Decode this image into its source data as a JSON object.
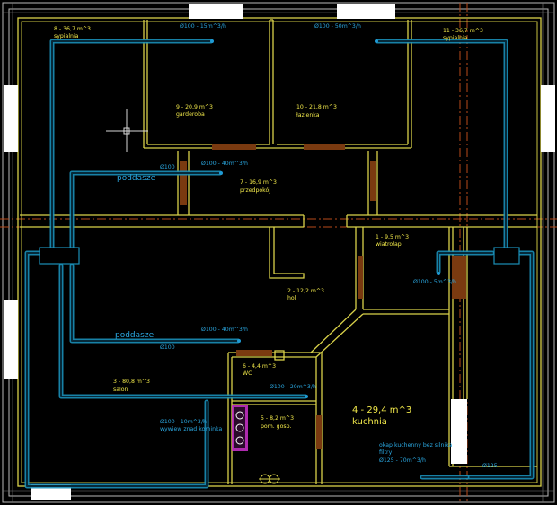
{
  "rooms": [
    {
      "id": "sypialnia-8",
      "volume": "8 - 36,7 m^3",
      "name": "sypialnia"
    },
    {
      "id": "garderoba",
      "volume": "9 - 20,9 m^3",
      "name": "garderoba"
    },
    {
      "id": "lazienka",
      "volume": "10 - 21,8 m^3",
      "name": "łazienka"
    },
    {
      "id": "sypialnia-11",
      "volume": "11 - 36,7 m^3",
      "name": "sypialnia"
    },
    {
      "id": "przedpokoj",
      "volume": "7 - 16,9 m^3",
      "name": "przedpokój"
    },
    {
      "id": "wiatrolap",
      "volume": "1 - 9,5 m^3",
      "name": "wiatrołap"
    },
    {
      "id": "hol",
      "volume": "2 - 12,2 m^3",
      "name": "hol"
    },
    {
      "id": "wc",
      "volume": "6 - 4,4 m^3",
      "name": "WC"
    },
    {
      "id": "salon",
      "volume": "3 - 80,8 m^3",
      "name": "salon"
    },
    {
      "id": "pom-gosp",
      "volume": "5 - 8,2 m^3",
      "name": "pom. gosp."
    },
    {
      "id": "kuchnia",
      "volume": "4 - 29,4 m^3",
      "name": "kuchnia"
    }
  ],
  "ducts": {
    "d1": "Ø100 - 15m^3/h",
    "d2": "Ø100 - 50m^3/h",
    "d3": "Ø100 - 40m^3/h",
    "d4": "Ø100 - 5m^3/h",
    "d5": "Ø100 - 40m^3/h",
    "d6": "Ø100 - 20m^3/h",
    "d7": "Ø100 - 10m^3/h",
    "d7note": "wywiew znad kominka",
    "d8a": "okap kuchenny bez silnika",
    "d8b": "filtry",
    "d8c": "Ø125 - 70m^3/h",
    "d9": "Ø125",
    "phi1": "Ø100",
    "phi2": "Ø100"
  },
  "labels": {
    "poddasze1": "poddasze",
    "poddasze2": "poddasze"
  },
  "colors": {
    "walls": "#d9d24a",
    "ducts": "#1a8fb8",
    "doors": "#7a3a10",
    "windows": "#ffffff",
    "fireplace": "#cc33cc"
  }
}
